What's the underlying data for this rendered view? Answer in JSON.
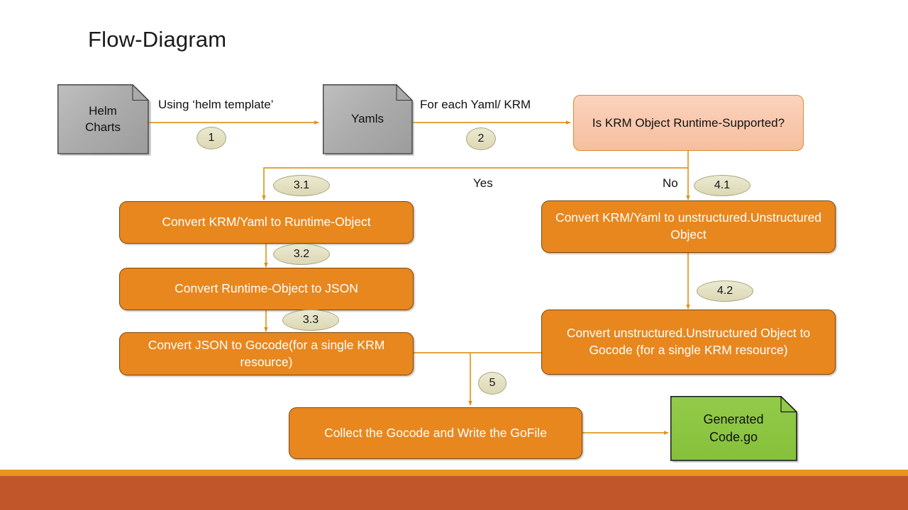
{
  "slide": {
    "title": "Flow-Diagram",
    "accent_orange": "#E8871E",
    "accent_bar_light": "#E8961B",
    "accent_bar_dark": "#C1562B",
    "decision_fill": "#F8C6AB",
    "badge_fill": "#E3E0C2",
    "connector_color": "#E0A020",
    "doc_gray_fill": "#ADADAD",
    "doc_green_fill": "#8CC63F"
  },
  "nodes": {
    "helm_charts": "Helm\nCharts",
    "helm_charts_line1": "Helm",
    "helm_charts_line2": "Charts",
    "yamls": "Yamls",
    "decision": "Is KRM Object Runtime-Supported?",
    "left_1": "Convert KRM/Yaml to Runtime-Object",
    "left_2": "Convert Runtime-Object to JSON",
    "left_3": "Convert JSON to Gocode(for a single KRM resource)",
    "right_1": "Convert KRM/Yaml to unstructured.Unstructured Object",
    "right_2": "Convert unstructured.Unstructured Object to Gocode (for a single KRM resource)",
    "collect": "Collect the Gocode and Write the GoFile",
    "generated_line1": "Generated",
    "generated_line2": "Code.go"
  },
  "edge_labels": {
    "using_helm_template": "Using ‘helm template’",
    "for_each_yaml_krm": "For each Yaml/ KRM",
    "yes": "Yes",
    "no": "No"
  },
  "badges": {
    "b1": "1",
    "b2": "2",
    "b31": "3.1",
    "b32": "3.2",
    "b33": "3.3",
    "b41": "4.1",
    "b42": "4.2",
    "b5": "5"
  }
}
